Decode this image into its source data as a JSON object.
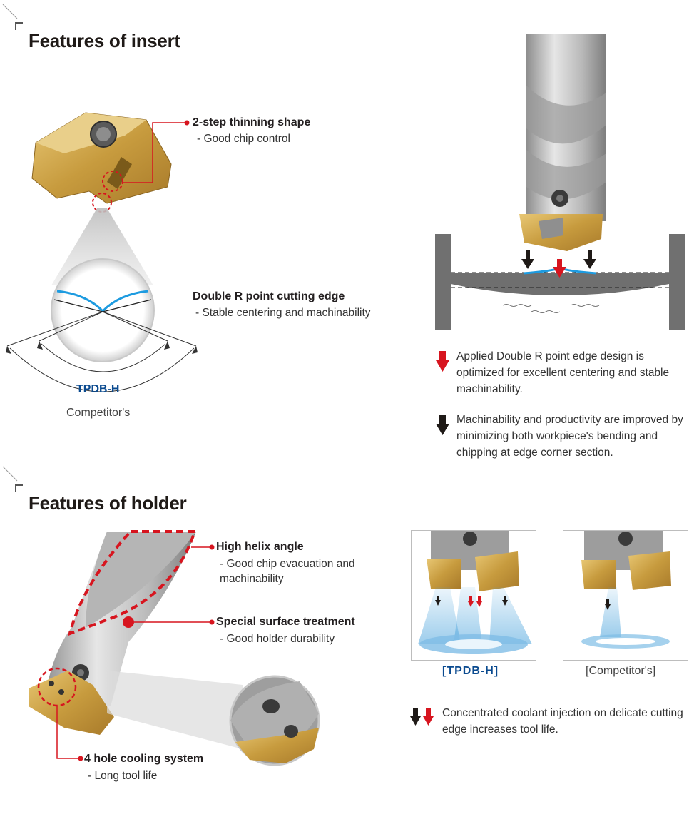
{
  "insert_section": {
    "title": "Features of insert",
    "callouts": [
      {
        "title": "2-step thinning shape",
        "sub": "- Good chip control"
      },
      {
        "title": "Double R point cutting edge",
        "sub": "- Stable centering and machinability"
      }
    ],
    "diagram_labels": {
      "ours": "TPDB-H",
      "competitor": "Competitor's"
    },
    "notes": [
      {
        "icon": "red-down-arrow-icon",
        "text": "Applied Double R point edge design is optimized for excellent centering and stable machinability."
      },
      {
        "icon": "black-down-arrow-icon",
        "text": "Machinability and productivity are improved by minimizing both workpiece's bending and chipping at edge corner section."
      }
    ]
  },
  "holder_section": {
    "title": "Features of holder",
    "callouts": [
      {
        "title": "High helix angle",
        "sub": "- Good chip evacuation and machinability"
      },
      {
        "title": "Special surface treatment",
        "sub": "- Good holder durability"
      },
      {
        "title": "4 hole cooling system",
        "sub": "- Long tool life"
      }
    ],
    "comparison_labels": {
      "ours": "[TPDB-H]",
      "competitor": "[Competitor's]"
    },
    "note": {
      "icon": "black-red-arrows-icon",
      "text": "Concentrated coolant injection on delicate cutting edge increases tool life."
    }
  },
  "colors": {
    "accent_red": "#d7151f",
    "brand_blue": "#0a4a8f",
    "gold": "#c9a24a",
    "blue_edge": "#1d9be0"
  }
}
